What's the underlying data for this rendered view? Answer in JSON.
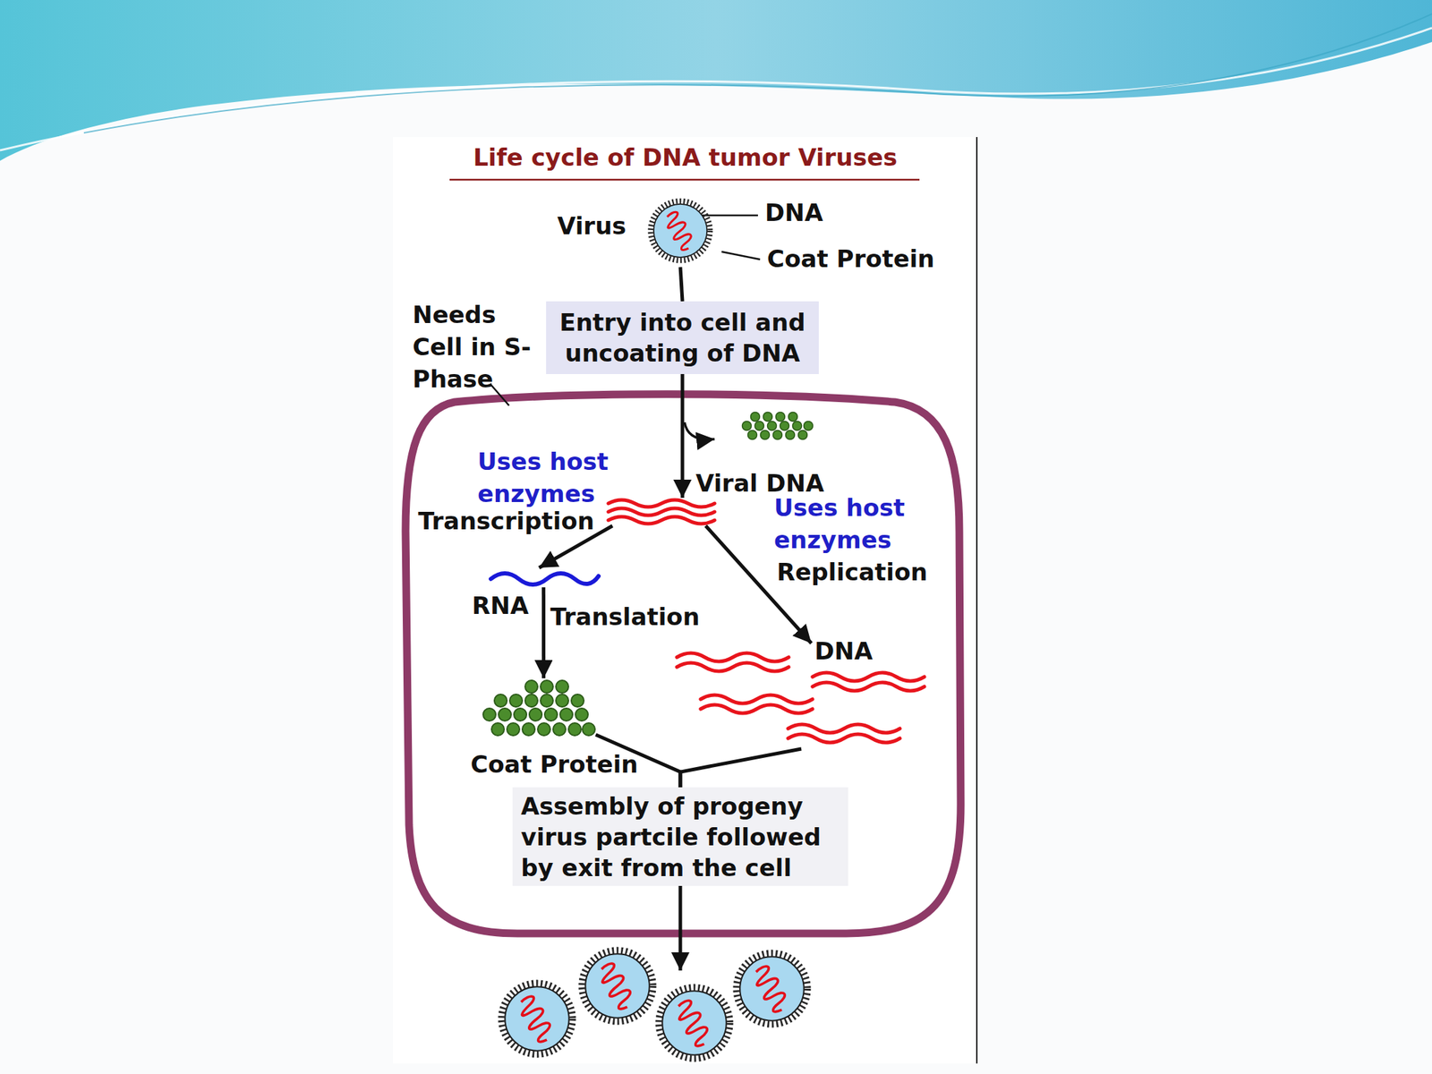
{
  "diagram": {
    "title": "Life cycle of DNA tumor Viruses",
    "nodes": [
      {
        "text": [
          "Virus"
        ]
      },
      {
        "text": [
          "Entry into cell and uncoating of DNA"
        ]
      },
      {
        "text": [
          "Viral DNA"
        ]
      },
      {
        "text": [
          "RNA"
        ]
      },
      {
        "text": [
          "Coat Protein"
        ]
      },
      {
        "text": [
          "DNA"
        ]
      },
      {
        "text": [
          "Assembly of progeny virus partcile followed by exit from the cell"
        ]
      }
    ],
    "edges": [
      {
        "from": 0,
        "to": 1,
        "arrow": "none"
      },
      {
        "from": 1,
        "to": 2,
        "arrow": "to"
      },
      {
        "from": 2,
        "to": 3,
        "arrow": "to",
        "label": "Transcription"
      },
      {
        "from": 2,
        "to": 5,
        "arrow": "to",
        "label": "Replication"
      },
      {
        "from": 3,
        "to": 4,
        "arrow": "to",
        "label": "Translation"
      },
      {
        "from": 4,
        "to": 6,
        "arrow": "none"
      },
      {
        "from": 5,
        "to": 6,
        "arrow": "none"
      }
    ],
    "labels": [
      "DNA",
      "Coat Protein",
      "Needs Cell in S-Phase",
      "Uses host enzymes",
      "Uses host enzymes"
    ]
  }
}
